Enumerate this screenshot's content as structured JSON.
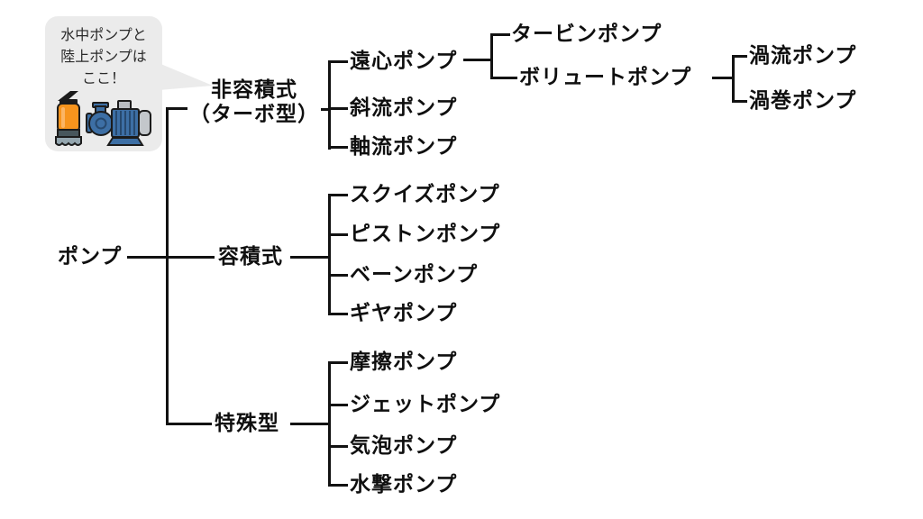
{
  "callout": {
    "lines": [
      "水中ポンプと",
      "陸上ポンプは",
      "ここ！"
    ],
    "icons": [
      {
        "name": "submersible-pump-icon",
        "color": "#f7941d"
      },
      {
        "name": "land-pump-icon",
        "color": "#3d6fa5"
      }
    ]
  },
  "tree": {
    "root_label": "ポンプ",
    "groups": [
      {
        "label_line1": "非容積式",
        "label_line2": "（ターボ型）",
        "children": [
          {
            "label": "遠心ポンプ",
            "children": [
              {
                "label": "タービンポンプ"
              },
              {
                "label": "ボリュートポンプ",
                "children": [
                  {
                    "label": "渦流ポンプ"
                  },
                  {
                    "label": "渦巻ポンプ"
                  }
                ]
              }
            ]
          },
          {
            "label": "斜流ポンプ"
          },
          {
            "label": "軸流ポンプ"
          }
        ]
      },
      {
        "label": "容積式",
        "children": [
          {
            "label": "スクイズポンプ"
          },
          {
            "label": "ピストンポンプ"
          },
          {
            "label": "ベーンポンプ"
          },
          {
            "label": "ギヤポンプ"
          }
        ]
      },
      {
        "label": "特殊型",
        "children": [
          {
            "label": "摩擦ポンプ"
          },
          {
            "label": "ジェットポンプ"
          },
          {
            "label": "気泡ポンプ"
          },
          {
            "label": "水撃ポンプ"
          }
        ]
      }
    ]
  },
  "colors": {
    "line": "#121212",
    "text": "#0f0f0f",
    "callout_bg": "#ebebeb",
    "submersible_orange": "#f7941d",
    "pump_blue": "#3d6fa5",
    "metal_gray": "#c3c7cb"
  }
}
